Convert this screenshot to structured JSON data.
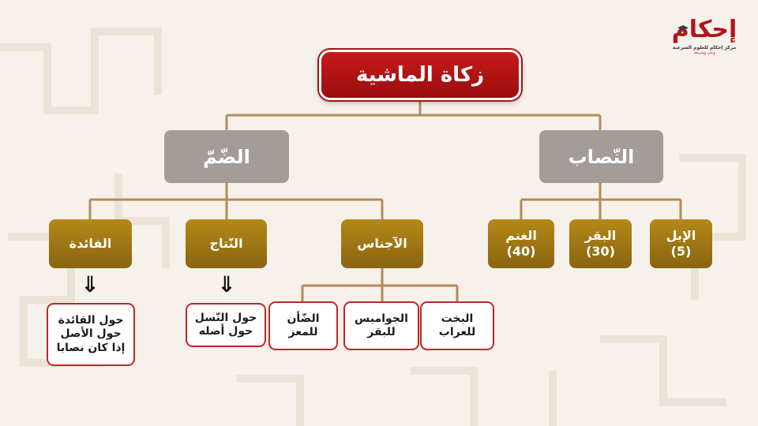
{
  "colors": {
    "title_bg": "#b01414",
    "category_bg": "#a39c99",
    "leaf_bg": "#9c7414",
    "note_border": "#c0262a",
    "connector": "#b58b5a"
  },
  "logo": {
    "main": "إحكام",
    "sub": "مركز إحكام للعلوم الشرعية",
    "sub2": "وعي وشريعة"
  },
  "title": "زكاة الماشية",
  "branches": {
    "nisab": {
      "label": "النّصاب",
      "items": [
        {
          "name": "الإبل",
          "value": "(5)"
        },
        {
          "name": "البقر",
          "value": "(30)"
        },
        {
          "name": "الغنم",
          "value": "(40)"
        }
      ]
    },
    "damm": {
      "label": "الضّمّ",
      "items": [
        {
          "name": "الآجناس"
        },
        {
          "name": "النّتاج"
        },
        {
          "name": "الفائدة"
        }
      ]
    }
  },
  "ajnas_notes": [
    {
      "line1": "البخت",
      "line2": "للعراب"
    },
    {
      "line1": "الجواميس",
      "line2": "للبقر"
    },
    {
      "line1": "الضّأن",
      "line2": "للمعز"
    }
  ],
  "arrow_symbol": "⇓",
  "nitaj_note": {
    "line1": "حول النّسل",
    "line2": "حول أصله"
  },
  "faida_note": {
    "line1": "حول الفائدة",
    "line2": "حول الأصل",
    "line3": "إذا كان نصابا"
  }
}
